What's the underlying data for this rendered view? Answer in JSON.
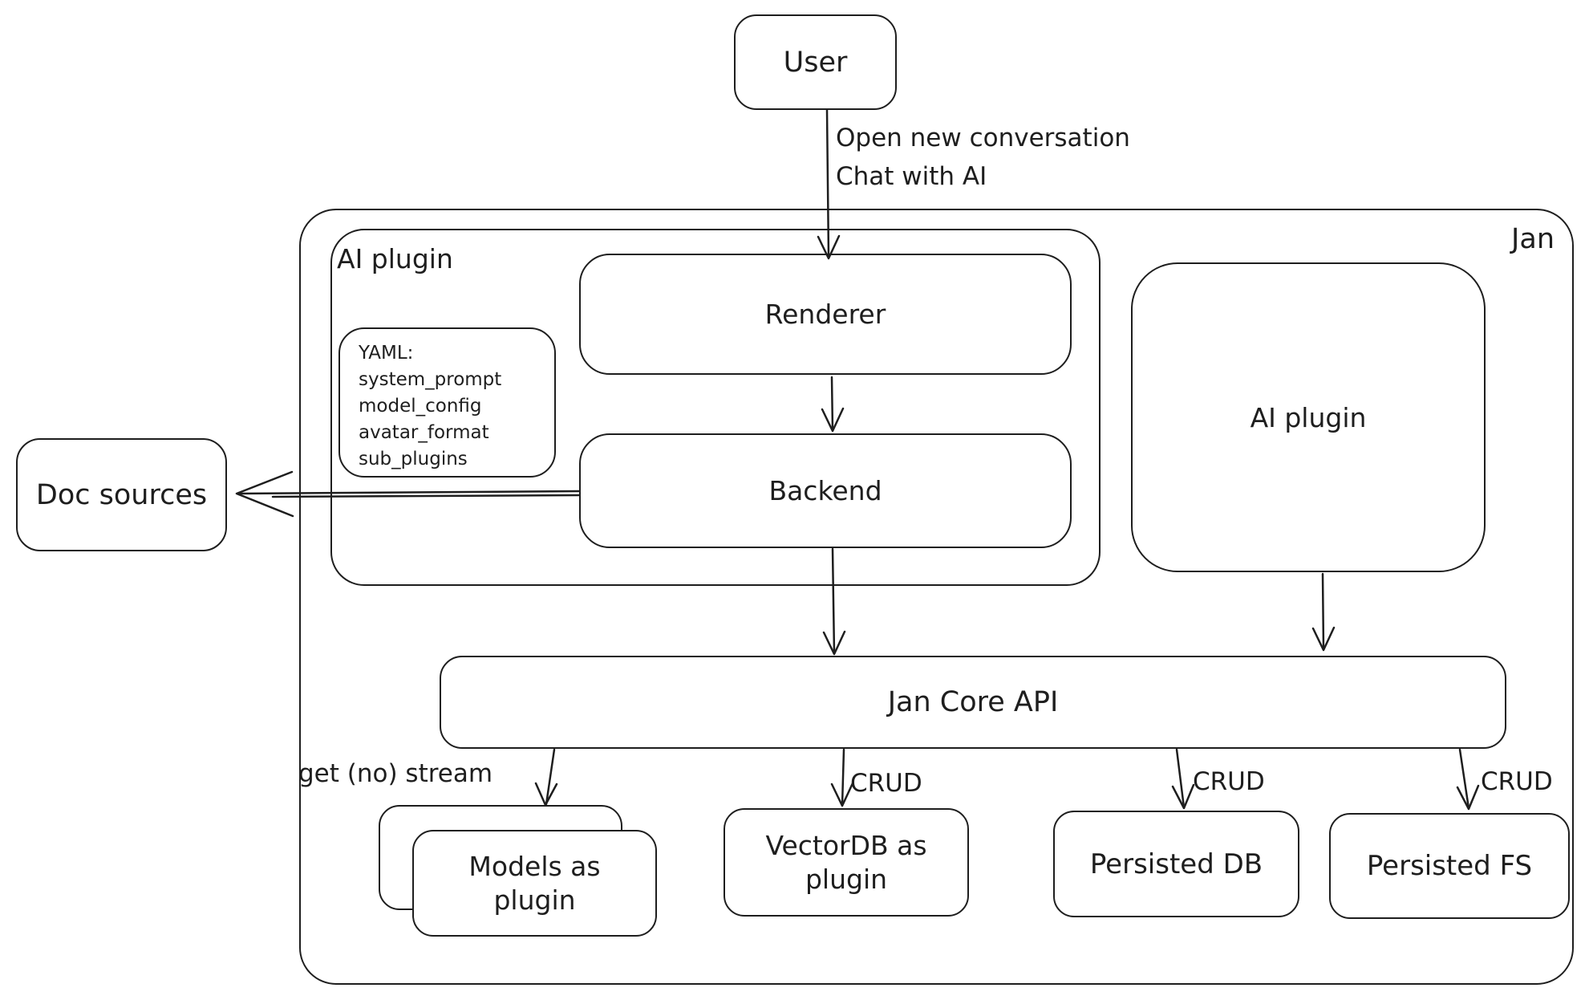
{
  "diagram": {
    "background": "#ffffff",
    "stroke_color": "#1e1e1e",
    "nodes": {
      "user": {
        "label": "User"
      },
      "jan_container": {
        "label": "Jan"
      },
      "ai_plugin_container": {
        "label": "AI plugin"
      },
      "yaml_note": {
        "lines": [
          "YAML:",
          "system_prompt",
          "model_config",
          "avatar_format",
          "sub_plugins"
        ]
      },
      "renderer": {
        "label": "Renderer"
      },
      "backend": {
        "label": "Backend"
      },
      "ai_plugin_right": {
        "label": "AI plugin"
      },
      "doc_sources": {
        "label": "Doc sources"
      },
      "jan_core_api": {
        "label": "Jan Core API"
      },
      "models_plugin": {
        "label": "Models as plugin"
      },
      "vectordb_plugin": {
        "label": "VectorDB as plugin"
      },
      "persisted_db": {
        "label": "Persisted DB"
      },
      "persisted_fs": {
        "label": "Persisted FS"
      }
    },
    "edge_labels": {
      "user_action_line1": "Open new conversation",
      "user_action_line2": "Chat with AI",
      "get_no_stream": "get (no) stream",
      "crud_vectordb": "CRUD",
      "crud_persisted_db": "CRUD",
      "crud_persisted_fs": "CRUD"
    }
  }
}
